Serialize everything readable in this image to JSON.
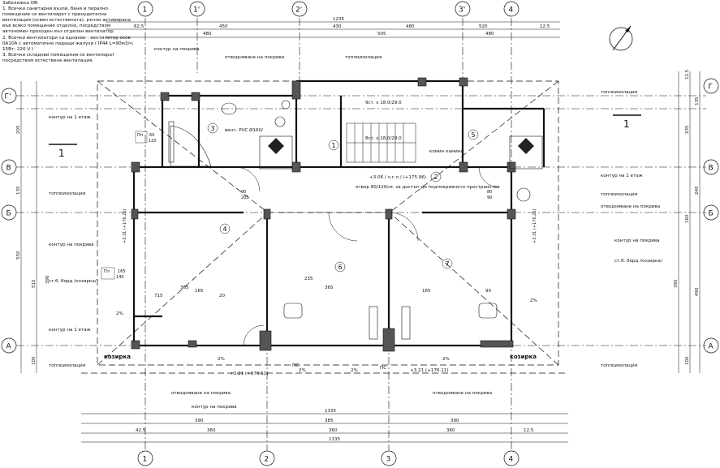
{
  "notes": {
    "title": "Забележка ОВ:",
    "items": [
      "1. Всички санитарни възли, бани и перално помещение се вентилират с принудителна вентилация (освен естествената), ръчно активирана във всяко помещение отделно, посредством автономен проходен въз отделен вентилатор.",
      "2. Всички вентилатори са еднакви - вентилатор осов 0А10А с автоматично падащи жалузи ( IP44 L=90м3/ч; 15Вт; 220 V )",
      "3. Всички складови помещения се вентилират посредством естествена вентилация."
    ]
  },
  "axes": {
    "columns": [
      "1",
      "1'",
      "2'",
      "3'",
      "4"
    ],
    "columns_bottom": [
      "1",
      "2",
      "3",
      "4"
    ],
    "rows": [
      "Г'",
      "Г",
      "В",
      "Б",
      "А"
    ]
  },
  "dims": {
    "top_total": "1235",
    "top_row2": [
      "480",
      "505",
      "480"
    ],
    "top_row3": [
      "62.5",
      "450",
      "430",
      "480",
      "520",
      "12.5"
    ],
    "bottom_total": "1335",
    "bottom_row2": [
      "390",
      "385",
      "390"
    ],
    "bottom_row3": [
      "42.5",
      "360",
      "360",
      "360",
      "12.5"
    ],
    "bottom_total2": "1135",
    "left_vertical": [
      "205",
      "135",
      "550",
      "515",
      "390",
      "100"
    ],
    "right_vertical": [
      "12.5",
      "135",
      "235",
      "240",
      "160",
      "390",
      "490",
      "100"
    ],
    "interior": [
      "165",
      "365",
      "235",
      "365",
      "165",
      "90",
      "715",
      "20"
    ]
  },
  "rooms": [
    "1",
    "2",
    "3",
    "4",
    "5",
    "6",
    "7"
  ],
  "labels": {
    "krovna_kontur_top": "контур на покрива",
    "otvodnyavane_top": "отводняване на покрива",
    "toplo_izol": "топлоизолация",
    "kontur_1etazh": "контур на 1 етаж",
    "kontur_pokriva": "контур на покрива",
    "st_b_bord": "ст.б. борд /козирка/",
    "kozirka": "козирка",
    "vent_pvc": "вент. PVC Ø160/",
    "stair_up": "9ст. x 18.0/29.0",
    "stair_dn": "8ст. x 18.0/29.0",
    "komin": "комин камина",
    "otvor": "отвор 80/120см. за достъп до подпокривното пространство",
    "lvl_mid": "+3.06 / ч.г.п./ (+175.96)",
    "lvl_left": "+3.31 (+176.21)",
    "lvl_bottom_left": "+3.21 (+176.11)",
    "lvl_bottom_right": "+3.21 (+176.11)",
    "ps": "ПС",
    "slope": "2%",
    "section": "1",
    "window_tag": "Пл",
    "window_dims": [
      "60",
      "120",
      "165",
      "140",
      "90",
      "205",
      "80",
      "90"
    ],
    "otvod_bottom": "отводняване на покрива",
    "kontur_bottom": "контур на покрива"
  }
}
